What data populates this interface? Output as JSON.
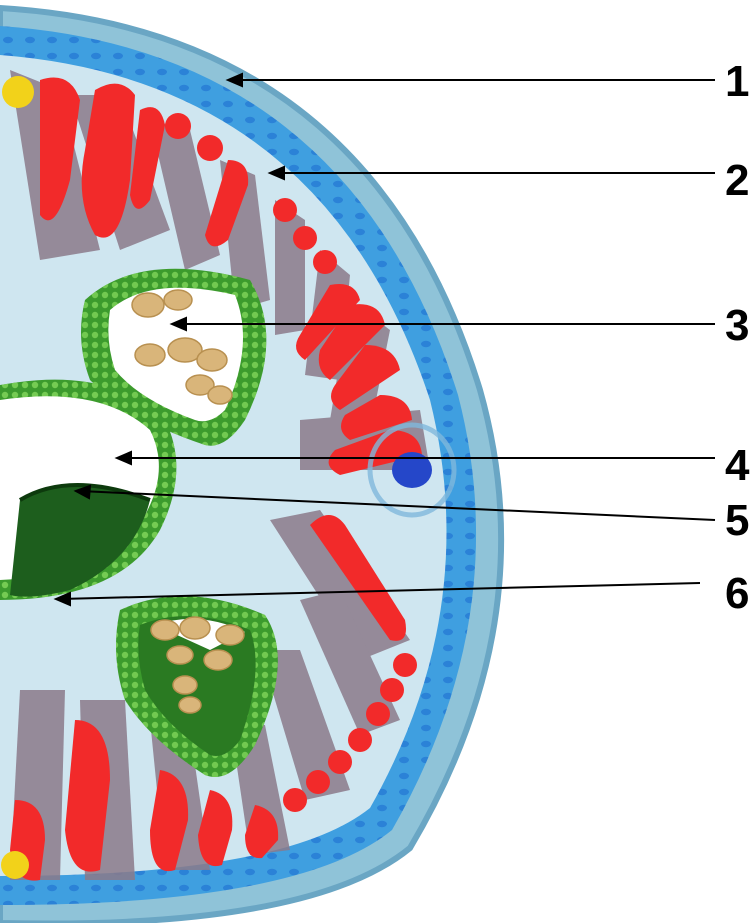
{
  "labels": [
    {
      "id": "1",
      "text": "1"
    },
    {
      "id": "2",
      "text": "2"
    },
    {
      "id": "3",
      "text": "3"
    },
    {
      "id": "4",
      "text": "4"
    },
    {
      "id": "5",
      "text": "5"
    },
    {
      "id": "6",
      "text": "6"
    }
  ],
  "colors": {
    "outer_capsule": "#8fc3d8",
    "capsule_edge": "#6aa6c4",
    "cell_layer": "#3f9fe0",
    "cell_dots": "#1d6fd1",
    "interior": "#cfe6f0",
    "red_structures": "#f22a2a",
    "grey_walls": "#8b7a8a",
    "green_tube": "#3c9b2d",
    "green_beads": "#7fd45a",
    "dark_green": "#1d5e1d",
    "grains": "#d9b57a",
    "yellow_node": "#f2d21a",
    "blue_nucleus": "#2547c9"
  }
}
